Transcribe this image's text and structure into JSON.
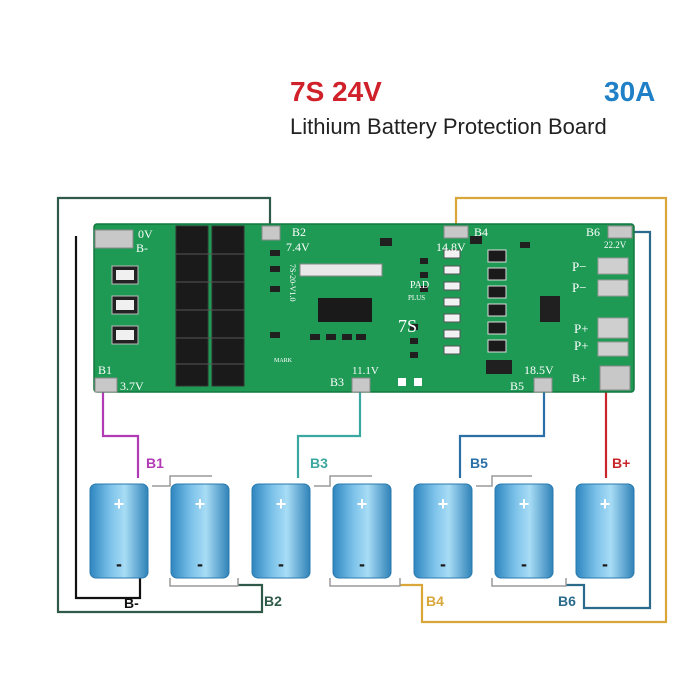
{
  "title": {
    "model": "7S 24V",
    "current": "30A",
    "subtitle": "Lithium Battery Protection Board"
  },
  "colors": {
    "title_red": "#d0202a",
    "title_blue": "#1f7fc7",
    "pcb_green": "#1f9a55",
    "wire_b_minus": "#111111",
    "wire_b1": "#b13bb5",
    "wire_b2": "#2f5a4a",
    "wire_b3": "#3aa8a0",
    "wire_b4": "#d9a63a",
    "wire_b5": "#2a6fa6",
    "wire_b6": "#2b6a8a",
    "wire_b_plus": "#c8262a",
    "cell_blue": "#4a9fd0"
  },
  "board": {
    "pads": {
      "b_minus": "0V",
      "b_minus_label": "B-",
      "b1": "B1",
      "b1_voltage": "3.7V",
      "b2": "B2",
      "b2_voltage": "7.4V",
      "b3": "B3",
      "b3_voltage": "11.1V",
      "b4": "B4",
      "b4_voltage": "14.8V",
      "b5": "B5",
      "b5_voltage": "18.5V",
      "b6": "B6",
      "b6_voltage": "22.2V",
      "b_plus": "B+"
    },
    "outputs": {
      "p_minus": "P−",
      "p_plus": "P+"
    },
    "markings": {
      "pad": "PAD",
      "plus": "PLUS",
      "cells": "7S",
      "mark": "MARK",
      "version": "7S-20-V1.0"
    }
  },
  "cells": {
    "plus_sign": "+",
    "minus_sign": "-",
    "count": 7
  },
  "wire_labels": {
    "b_minus": "B-",
    "b1": "B1",
    "b2": "B2",
    "b3": "B3",
    "b4": "B4",
    "b5": "B5",
    "b6": "B6",
    "b_plus": "B+"
  }
}
